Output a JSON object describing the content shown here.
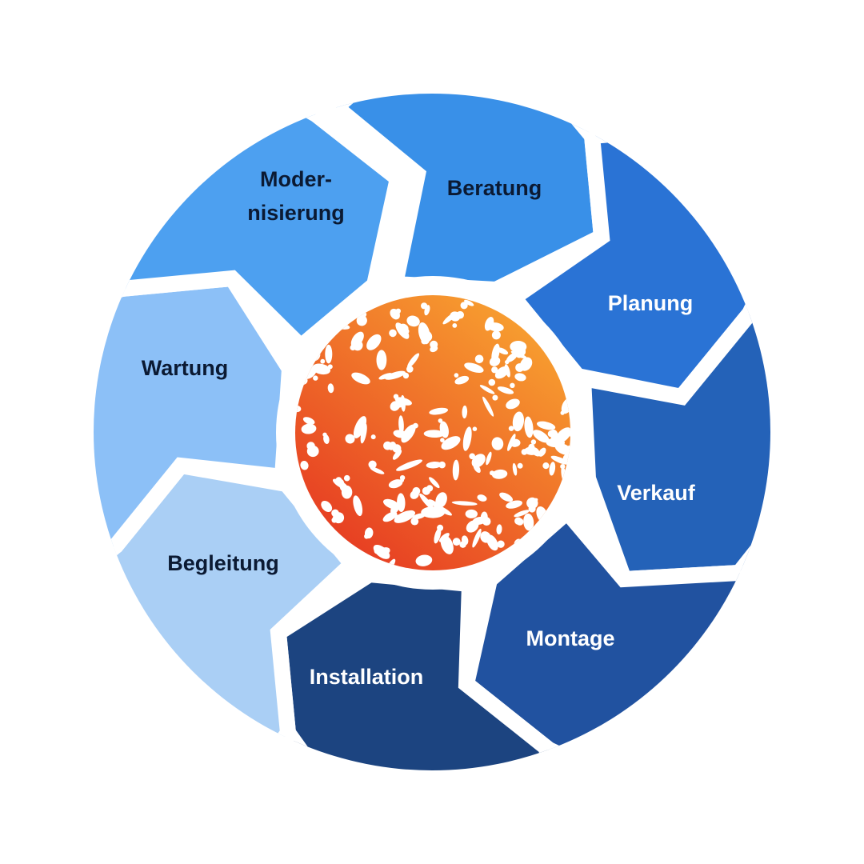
{
  "segments": [
    {
      "id": "beratung",
      "lines": [
        "Beratung"
      ],
      "fill": "#3990E8",
      "text_color": "#0B1A33"
    },
    {
      "id": "planung",
      "lines": [
        "Planung"
      ],
      "fill": "#2A73D5",
      "text_color": "#FFFFFF"
    },
    {
      "id": "verkauf",
      "lines": [
        "Verkauf"
      ],
      "fill": "#2462B8",
      "text_color": "#FFFFFF"
    },
    {
      "id": "montage",
      "lines": [
        "Montage"
      ],
      "fill": "#2152A0",
      "text_color": "#FFFFFF"
    },
    {
      "id": "installation",
      "lines": [
        "Installation"
      ],
      "fill": "#1C4480",
      "text_color": "#FFFFFF"
    },
    {
      "id": "begleitung",
      "lines": [
        "Begleitung"
      ],
      "fill": "#AACFF5",
      "text_color": "#0B1A33"
    },
    {
      "id": "wartung",
      "lines": [
        "Wartung"
      ],
      "fill": "#8CC0F7",
      "text_color": "#0B1A33"
    },
    {
      "id": "modernisierung",
      "lines": [
        "Moder-",
        "nisierung"
      ],
      "fill": "#4DA0F0",
      "text_color": "#0B1A33"
    }
  ],
  "center_logo": {
    "icon": "orange-coral-pattern-sphere-icon",
    "color_top": "#F8A230",
    "color_bottom": "#E63A22"
  }
}
